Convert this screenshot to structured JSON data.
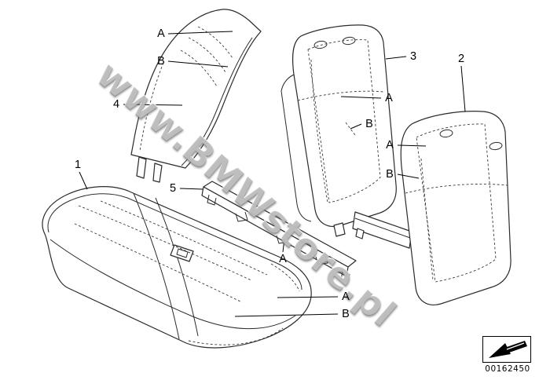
{
  "figure": {
    "watermark": "www.BMWstore.pl",
    "image_number": "00162450"
  },
  "callouts": {
    "backrest_left_a": "A",
    "backrest_left_b": "B",
    "backrest_left_num": "4",
    "backrest_mid_num": "3",
    "backrest_mid_a": "A",
    "backrest_mid_b": "B",
    "backrest_right_num": "2",
    "backrest_right_a": "A",
    "backrest_right_b": "B",
    "cushion_num": "1",
    "bracket_num": "5",
    "bracket_a": "A",
    "cushion_a": "A",
    "cushion_b": "B"
  }
}
